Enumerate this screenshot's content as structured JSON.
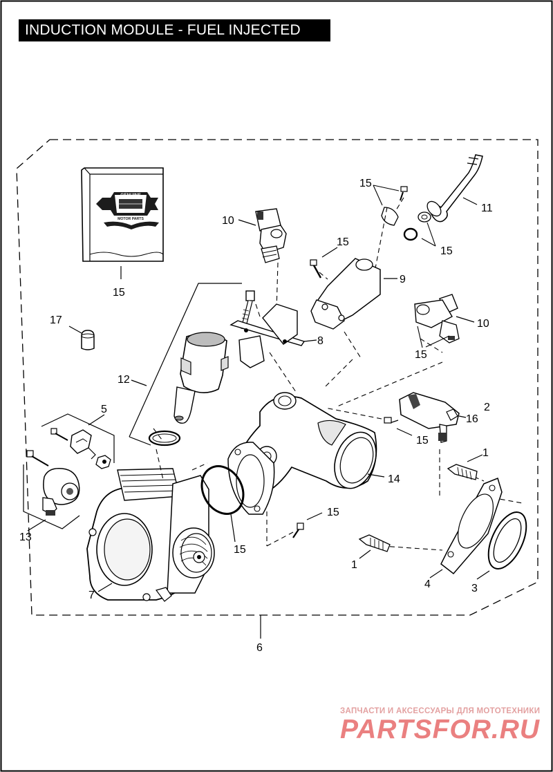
{
  "title": "INDUCTION MODULE - FUEL INJECTED",
  "logo": {
    "line1": "GENUINE",
    "line2": "MOTOR PARTS"
  },
  "callouts": {
    "c15_pkg": "15",
    "c17": "17",
    "c12": "12",
    "c5": "5",
    "c13": "13",
    "c7": "7",
    "c10_top": "10",
    "c15_bolt9": "15",
    "c15_top": "15",
    "c11": "11",
    "c15_ring": "15",
    "c9": "9",
    "c8": "8",
    "c10_right": "10",
    "c15_inj": "15",
    "c2": "2",
    "c16": "16",
    "c15_screw2": "15",
    "c1_top": "1",
    "c14": "14",
    "c15_bolt": "15",
    "c15_oring": "15",
    "c1_bottom": "1",
    "c4": "4",
    "c3": "3",
    "c6": "6"
  },
  "watermark": {
    "line1": "ЗАПЧАСТИ И АКСЕССУАРЫ ДЛЯ МОТОТЕХНИКИ",
    "line2": "PARTSFOR.RU"
  }
}
